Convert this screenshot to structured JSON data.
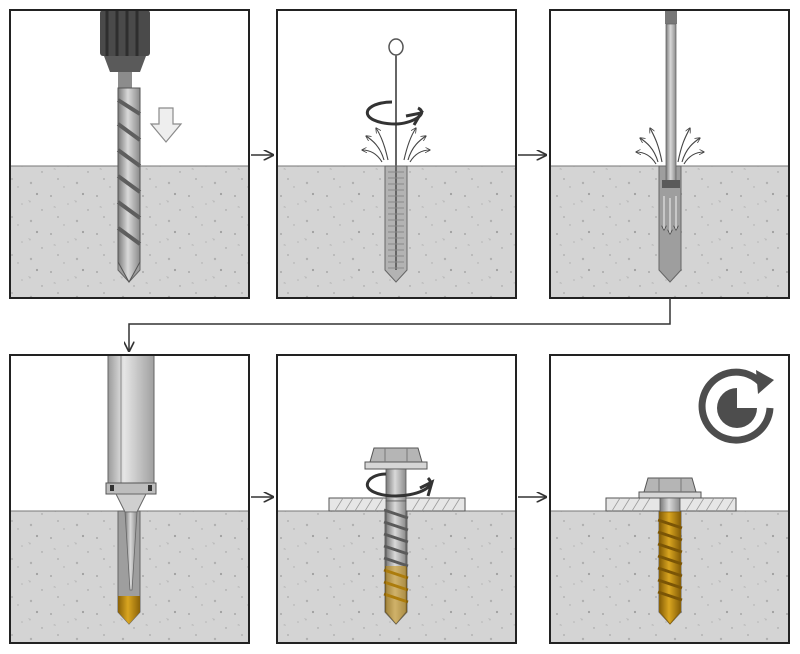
{
  "diagram": {
    "steps": [
      {
        "id": 1,
        "action": "drill-hole",
        "icons": [
          "drill-bit-icon",
          "down-arrow-icon"
        ]
      },
      {
        "id": 2,
        "action": "brush-hole",
        "icons": [
          "wire-brush-icon",
          "rotation-arrow-icon",
          "dust-arrows-icon"
        ]
      },
      {
        "id": 3,
        "action": "blow-out-hole",
        "icons": [
          "air-nozzle-icon",
          "dust-arrows-icon"
        ]
      },
      {
        "id": 4,
        "action": "inject-adhesive",
        "icons": [
          "dispenser-nozzle-icon"
        ]
      },
      {
        "id": 5,
        "action": "insert-screw-anchor",
        "icons": [
          "hex-screw-icon",
          "rotation-arrow-icon"
        ]
      },
      {
        "id": 6,
        "action": "cure-and-tighten",
        "icons": [
          "clock-cure-icon",
          "hex-screw-icon"
        ]
      }
    ],
    "colors": {
      "frame": "#222222",
      "concrete": "#d4d4d4",
      "concrete_speck": "#a9a9a9",
      "hole": "#9e9e9e",
      "steel_dark": "#6e6e6e",
      "steel_light": "#c9c9c9",
      "adhesive": "#c9920e",
      "adhesive_dark": "#8a6208",
      "arrow": "#333333",
      "cure_icon": "#4d4d4d"
    }
  }
}
